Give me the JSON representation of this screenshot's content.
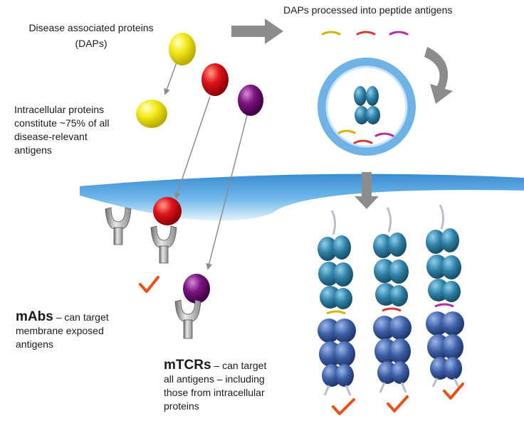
{
  "labels": {
    "daps_title_line1": "Disease associated proteins",
    "daps_title_line2": "(DAPs)",
    "processed": "DAPs processed into peptide antigens",
    "intracellular_line1": "Intracellular proteins",
    "intracellular_line2": "constitute ~75% of all",
    "intracellular_line3": "disease-relevant",
    "intracellular_line4": "antigens"
  },
  "mabs": {
    "name": "mAbs",
    "desc_line1": "– can target",
    "desc_line2": "membrane exposed",
    "desc_line3": "antigens"
  },
  "mtcrs": {
    "name": "mTCRs",
    "desc_line1": "– can target",
    "desc_line2": "all antigens – including",
    "desc_line3": "those from intracellular",
    "desc_line4": "proteins"
  },
  "colors": {
    "membrane": "#5aa6e0",
    "protein_yellow": "#f2ea1a",
    "protein_red": "#e0141a",
    "protein_purple": "#7a1480",
    "tcr_top": "#2f7fa6",
    "tcr_bottom": "#3c5fa6",
    "check": "#e8501a",
    "arrow": "#8c8c8c"
  }
}
